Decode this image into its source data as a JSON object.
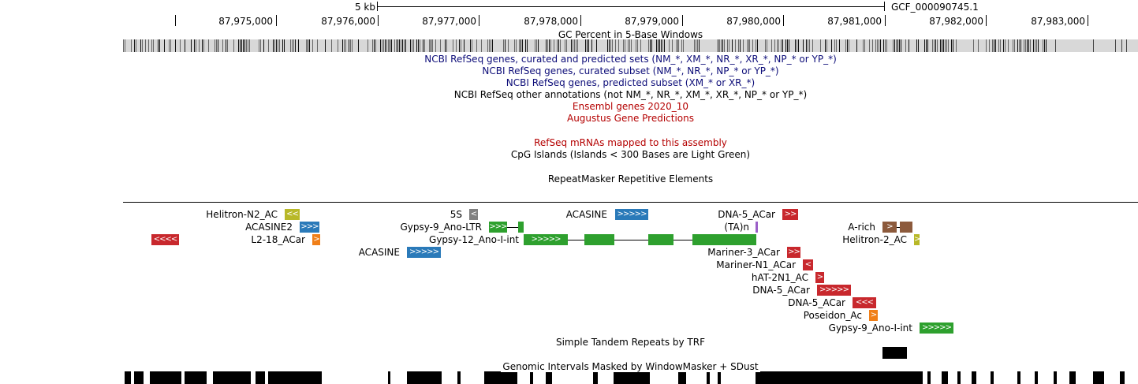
{
  "ruler": {
    "scale_label": "5 kb",
    "assembly": "GCF_000090745.1",
    "positions": [
      "87,975,000",
      "87,976,000",
      "87,977,000",
      "87,978,000",
      "87,979,000",
      "87,980,000",
      "87,981,000",
      "87,982,000",
      "87,983,000"
    ]
  },
  "tracks": {
    "gc_percent": "GC Percent in 5-Base Windows",
    "refseq_all": "NCBI RefSeq genes, curated and predicted sets (NM_*, XM_*, NR_*, XR_*, NP_* or YP_*)",
    "refseq_curated": "NCBI RefSeq genes, curated subset (NM_*, NR_*, NP_* or YP_*)",
    "refseq_predicted": "NCBI RefSeq genes, predicted subset (XM_* or XR_*)",
    "refseq_other": "NCBI RefSeq other annotations (not NM_*, NR_*, XM_*, XR_*, NP_* or YP_*)",
    "ensembl": "Ensembl genes 2020_10",
    "augustus": "Augustus Gene Predictions",
    "refseq_mrna": "RefSeq mRNAs mapped to this assembly",
    "cpg": "CpG Islands (Islands < 300 Bases are Light Green)",
    "repeatmasker": "RepeatMasker Repetitive Elements",
    "trf": "Simple Tandem Repeats by TRF",
    "windowmasker": "Genomic Intervals Masked by WindowMasker + SDust"
  },
  "colors": {
    "dna_red": "#c8282d",
    "sine_blue": "#2a7ab9",
    "ltr_green": "#2ea02e",
    "line_orange": "#f07f18",
    "rc_olive": "#b8b828",
    "other_gray": "#808080",
    "simple_purple": "#9b5fc8",
    "lowcomp_brown": "#8c5a3c",
    "ref_blue": "#0c0c78",
    "ens_red": "#b40000"
  },
  "repeats": [
    {
      "name": "Helitron-N2_AC",
      "strand": "<<"
    },
    {
      "name": "ACASINE2",
      "strand": ">>>"
    },
    {
      "name": "L2-18_ACar",
      "strand": ">"
    },
    {
      "name": "",
      "strand": "<<<<"
    },
    {
      "name": "5S",
      "strand": "<"
    },
    {
      "name": "Gypsy-9_Ano-LTR",
      "strand": ">>>"
    },
    {
      "name": "Gypsy-12_Ano-I-int",
      "strand": ">>>>>"
    },
    {
      "name": "ACASINE",
      "strand": ">>>>>"
    },
    {
      "name": "ACASINE",
      "strand": ">>>>>"
    },
    {
      "name": "DNA-5_ACar",
      "strand": ">>"
    },
    {
      "name": "(TA)n",
      "strand": ""
    },
    {
      "name": "A-rich",
      "strand": ">"
    },
    {
      "name": "Helitron-2_AC",
      "strand": ">"
    },
    {
      "name": "Mariner-3_ACar",
      "strand": ">>"
    },
    {
      "name": "Mariner-N1_ACar",
      "strand": "<"
    },
    {
      "name": "hAT-2N1_AC",
      "strand": ">"
    },
    {
      "name": "DNA-5_ACar",
      "strand": ">>>>>"
    },
    {
      "name": "DNA-5_ACar",
      "strand": "<<<"
    },
    {
      "name": "Poseidon_Ac",
      "strand": ">"
    },
    {
      "name": "Gypsy-9_Ano-I-int",
      "strand": ">>>>>"
    }
  ]
}
